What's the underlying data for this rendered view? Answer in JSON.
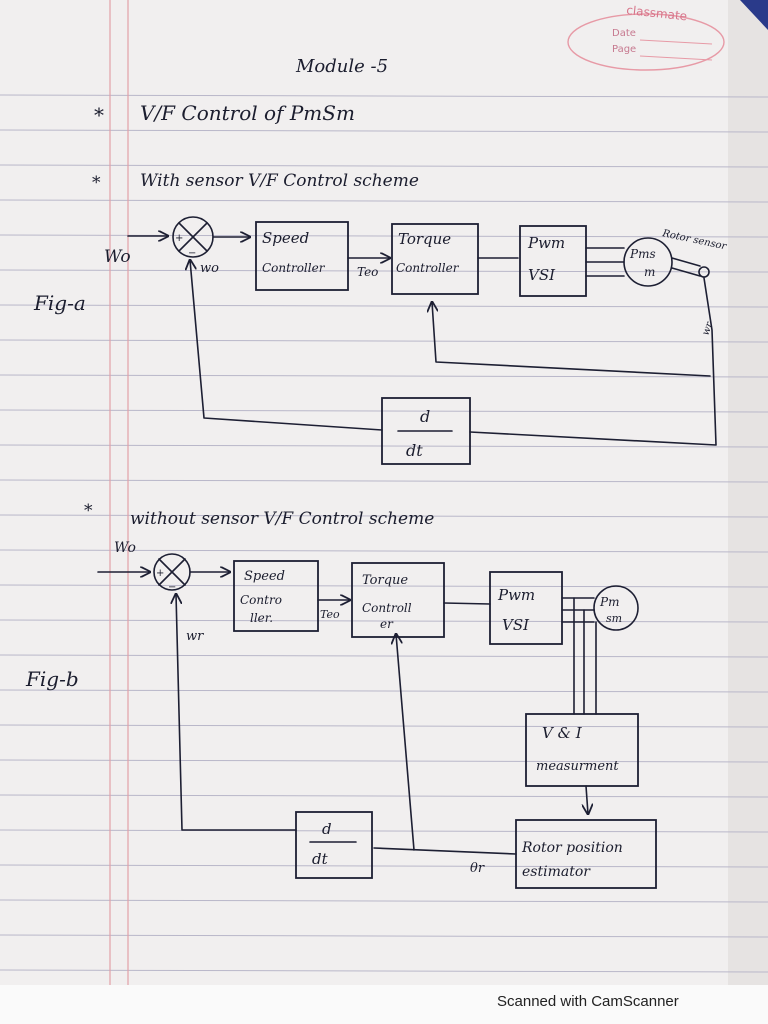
{
  "brand": {
    "name": "classmate",
    "date_label": "Date",
    "page_label": "Page"
  },
  "heading": {
    "module": "Module -5",
    "title": "V/F Control of PmSm"
  },
  "section_a": {
    "bullet": "*",
    "title": "With sensor V/F Control scheme",
    "fig_label": "Fig-a",
    "labels": {
      "omega_ref": "Wo",
      "omega_feedback": "wo",
      "speed_block": [
        "Speed",
        "Controller"
      ],
      "teo": "Teo",
      "torque_block": [
        "Torque",
        "Controller"
      ],
      "pwm_block": [
        "Pwm",
        "VSI"
      ],
      "motor": [
        "Pms",
        "m"
      ],
      "rotor_sensor": "Rotor sensor",
      "omega_r": "wr",
      "deriv_block": [
        "d",
        "dt"
      ]
    }
  },
  "section_b": {
    "bullet": "*",
    "title": "without sensor V/F Control scheme",
    "fig_label": "Fig-b",
    "labels": {
      "omega_ref": "Wo",
      "omega_r": "wr",
      "speed_block": [
        "Speed",
        "Contro",
        "ller."
      ],
      "teo": "Teo",
      "torque_block": [
        "Torque",
        "Controll",
        "er"
      ],
      "pwm_block": [
        "Pwm",
        "VSI"
      ],
      "motor": [
        "Pm",
        "sm"
      ],
      "measure_block": [
        "V & I",
        "measurment"
      ],
      "rotor_block": [
        "Rotor position",
        "estimator"
      ],
      "theta_r": "θr",
      "deriv_block": [
        "d",
        "dt"
      ]
    }
  },
  "footer": {
    "text": "Scanned with CamScanner"
  }
}
